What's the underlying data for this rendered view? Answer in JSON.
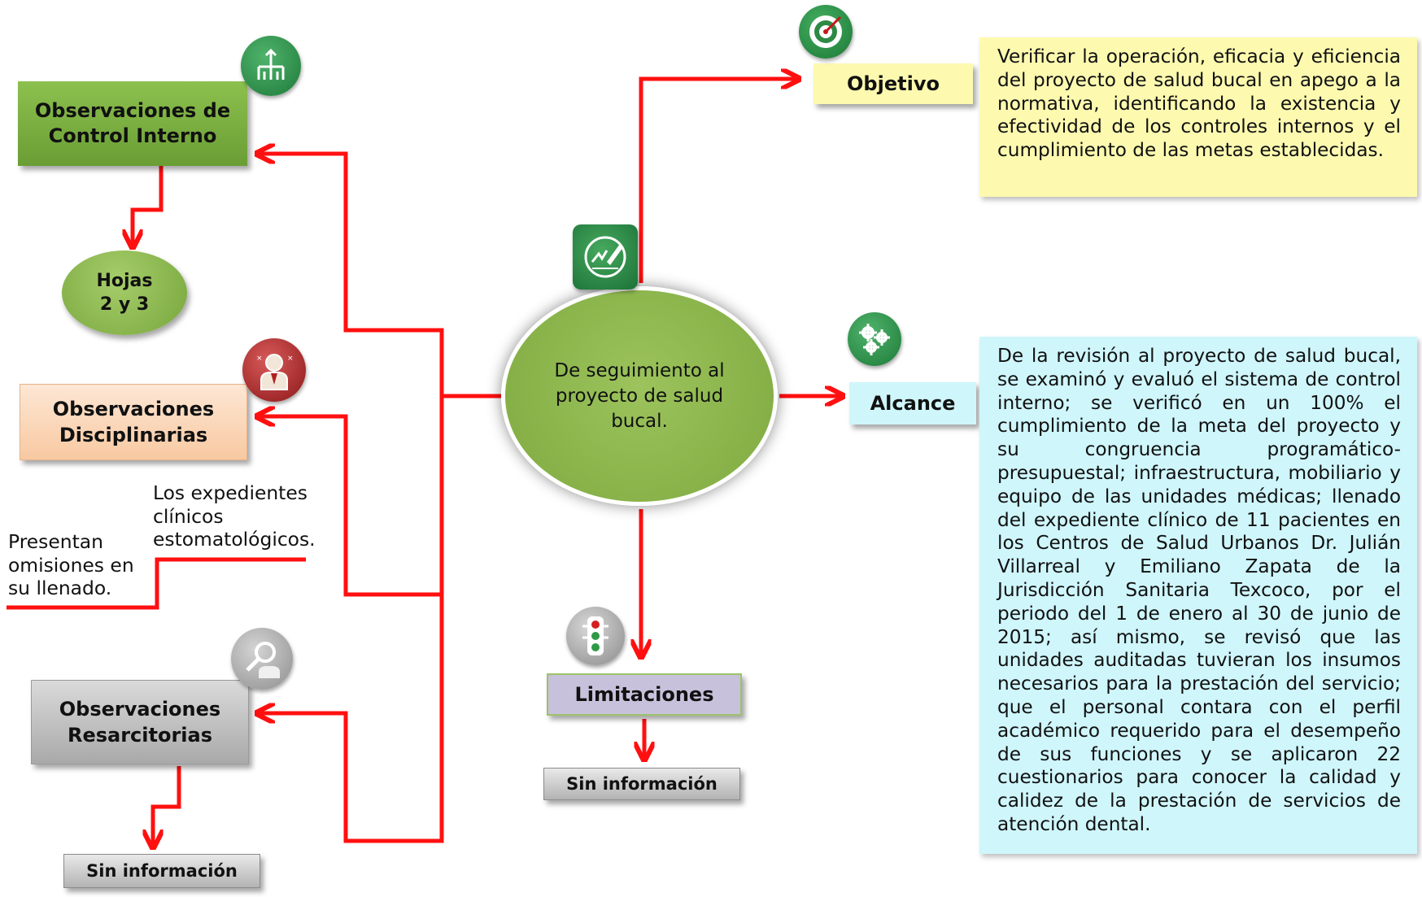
{
  "center": {
    "label": "De seguimiento al proyecto de salud bucal."
  },
  "left": {
    "control_interno": {
      "label": "Observaciones de Control Interno",
      "child": "Hojas 2 y 3"
    },
    "disciplinarias": {
      "label": "Observaciones Disciplinarias",
      "note_top": "Los expedientes\nclínicos\nestomatológicos.",
      "note_bottom": "Presentan\nomisiones en\nsu llenado."
    },
    "resarcitorias": {
      "label": "Observaciones Resarcitorias",
      "child": "Sin información"
    }
  },
  "right": {
    "objetivo": {
      "label": "Objetivo",
      "text": "Verificar la operación, eficacia y eficiencia del proyecto de salud bucal en apego a la normativa, identificando la existencia y efectividad de los controles internos y el cumplimiento de las metas establecidas."
    },
    "alcance": {
      "label": "Alcance",
      "text": "De la revisión al proyecto de salud bucal, se examinó y evaluó el sistema de control interno; se verificó en un 100% el cumplimiento de la meta del proyecto y su congruencia programático-presupuestal; infraestructura, mobiliario y equipo de las unidades médicas; llenado del expediente clínico de 11 pacientes en los Centros de Salud Urbanos Dr. Julián Villarreal y Emiliano Zapata de la Jurisdicción Sanitaria Texcoco, por el periodo del 1 de enero al 30 de junio de 2015; así mismo, se revisó que las unidades auditadas tuvieran los insumos necesarios para la prestación del servicio; que el personal contara con el perfil académico requerido para el desempeño de sus funciones y se aplicaron 22 cuestionarios para conocer la calidad y calidez de la prestación de servicios de atención dental."
    }
  },
  "bottom": {
    "limitaciones": {
      "label": "Limitaciones",
      "child": "Sin información"
    }
  },
  "icons": {
    "objetivo": "target-icon",
    "alcance": "gears-icon",
    "center": "signature-pen-icon",
    "control_interno": "org-structure-icon",
    "disciplinarias": "person-icon",
    "resarcitorias": "magnifier-person-icon",
    "limitaciones": "traffic-light-icon"
  },
  "colors": {
    "connector": "#ff1010",
    "control_interno": "#7aae40",
    "disciplinarias": "#fbd7b8",
    "resarcitorias": "#bdbdbd",
    "objetivo": "#fdfab0",
    "alcance": "#cff6fb",
    "limitaciones": "#c8c1dc",
    "center": "#8db74f"
  }
}
